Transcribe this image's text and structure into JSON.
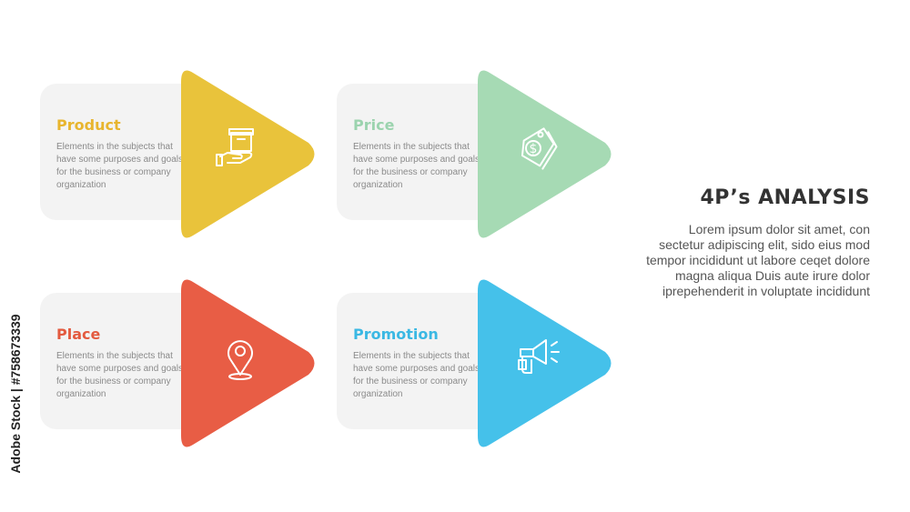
{
  "items": [
    {
      "title": "Product",
      "color": "#e9c33b",
      "title_color": "#e8b52e",
      "description": "Elements in the subjects that have some purposes and goals for the  business or company organization",
      "icon": "box-hand-icon"
    },
    {
      "title": "Price",
      "color": "#a6dab4",
      "title_color": "#9bd3ae",
      "description": "Elements in the subjects that have some purposes and goals for the  business or company organization",
      "icon": "price-tag-icon"
    },
    {
      "title": "Place",
      "color": "#e85d45",
      "title_color": "#e35a3f",
      "description": "Elements in the subjects that have some purposes and goals for the  business or company organization",
      "icon": "location-pin-icon"
    },
    {
      "title": "Promotion",
      "color": "#45c1ea",
      "title_color": "#3ab8e3",
      "description": "Elements in the subjects that have some purposes and goals for the  business or company organization",
      "icon": "megaphone-icon"
    }
  ],
  "side": {
    "title": "4P’s ANALYSIS",
    "body": "Lorem ipsum dolor sit amet, con sectetur adipiscing elit, sido eius mod tempor incididunt ut labore ceqet dolore magna aliqua Duis aute irure dolor iprepehenderit in voluptate incididunt"
  },
  "watermark": "Adobe Stock | #758673339"
}
